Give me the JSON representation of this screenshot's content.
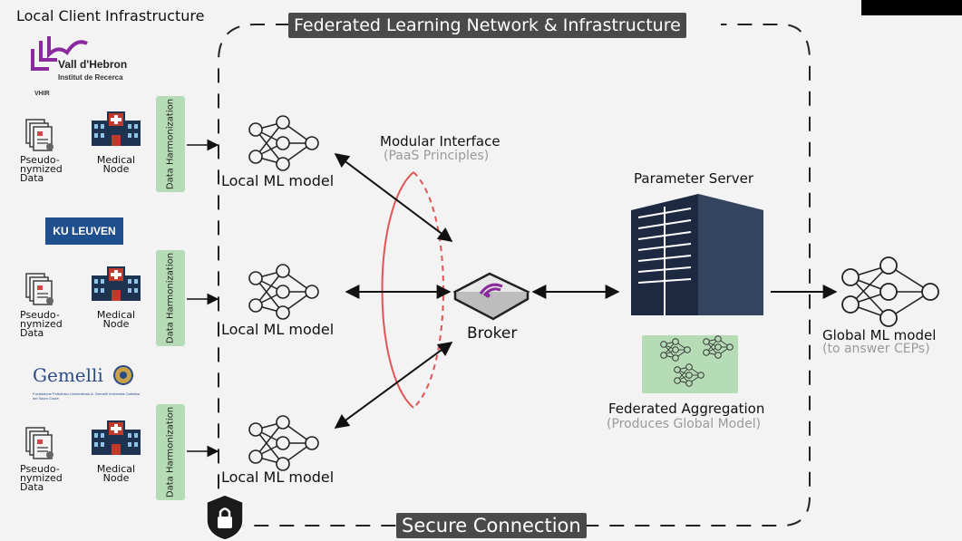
{
  "local_client_title": "Local Client Infrastructure",
  "network_title": "Federated Learning Network & Infrastructure",
  "secure_connection": "Secure Connection",
  "institutions": [
    {
      "name": "Vall d'Hebron",
      "subtitle": "Institut de Recerca",
      "abbr": "VHIR"
    },
    {
      "name": "KU LEUVEN"
    },
    {
      "name": "Gemelli",
      "subtitle": "Fondazione Policlinico Universitario A. Gemelli Università Cattolica del Sacro Cuore"
    }
  ],
  "data_label": "Pseudo-\nnymized\nData",
  "node_label": "Medical\nNode",
  "harmonization_label": "Data Harmonization",
  "local_model_label": "Local ML model",
  "modular_interface": {
    "title": "Modular Interface",
    "subtitle": "(PaaS Principles)"
  },
  "broker_label": "Broker",
  "parameter_server_label": "Parameter Server",
  "aggregation": {
    "title": "Federated Aggregation",
    "subtitle": "(Produces Global Model)"
  },
  "global_model": {
    "title": "Global ML model",
    "subtitle": "(to answer CEPs)"
  },
  "colors": {
    "vh_purple": "#8a2a9e",
    "ku_blue": "#1f4f8f",
    "gemelli_blue": "#2a4b87",
    "harmonization_green": "#b6dcb6",
    "interface_red": "#e05555",
    "label_gray": "#4a4a4a"
  },
  "icons": [
    "document-stack-icon",
    "hospital-icon",
    "neural-network-icon",
    "router-icon",
    "server-rack-icon",
    "shield-lock-icon"
  ]
}
